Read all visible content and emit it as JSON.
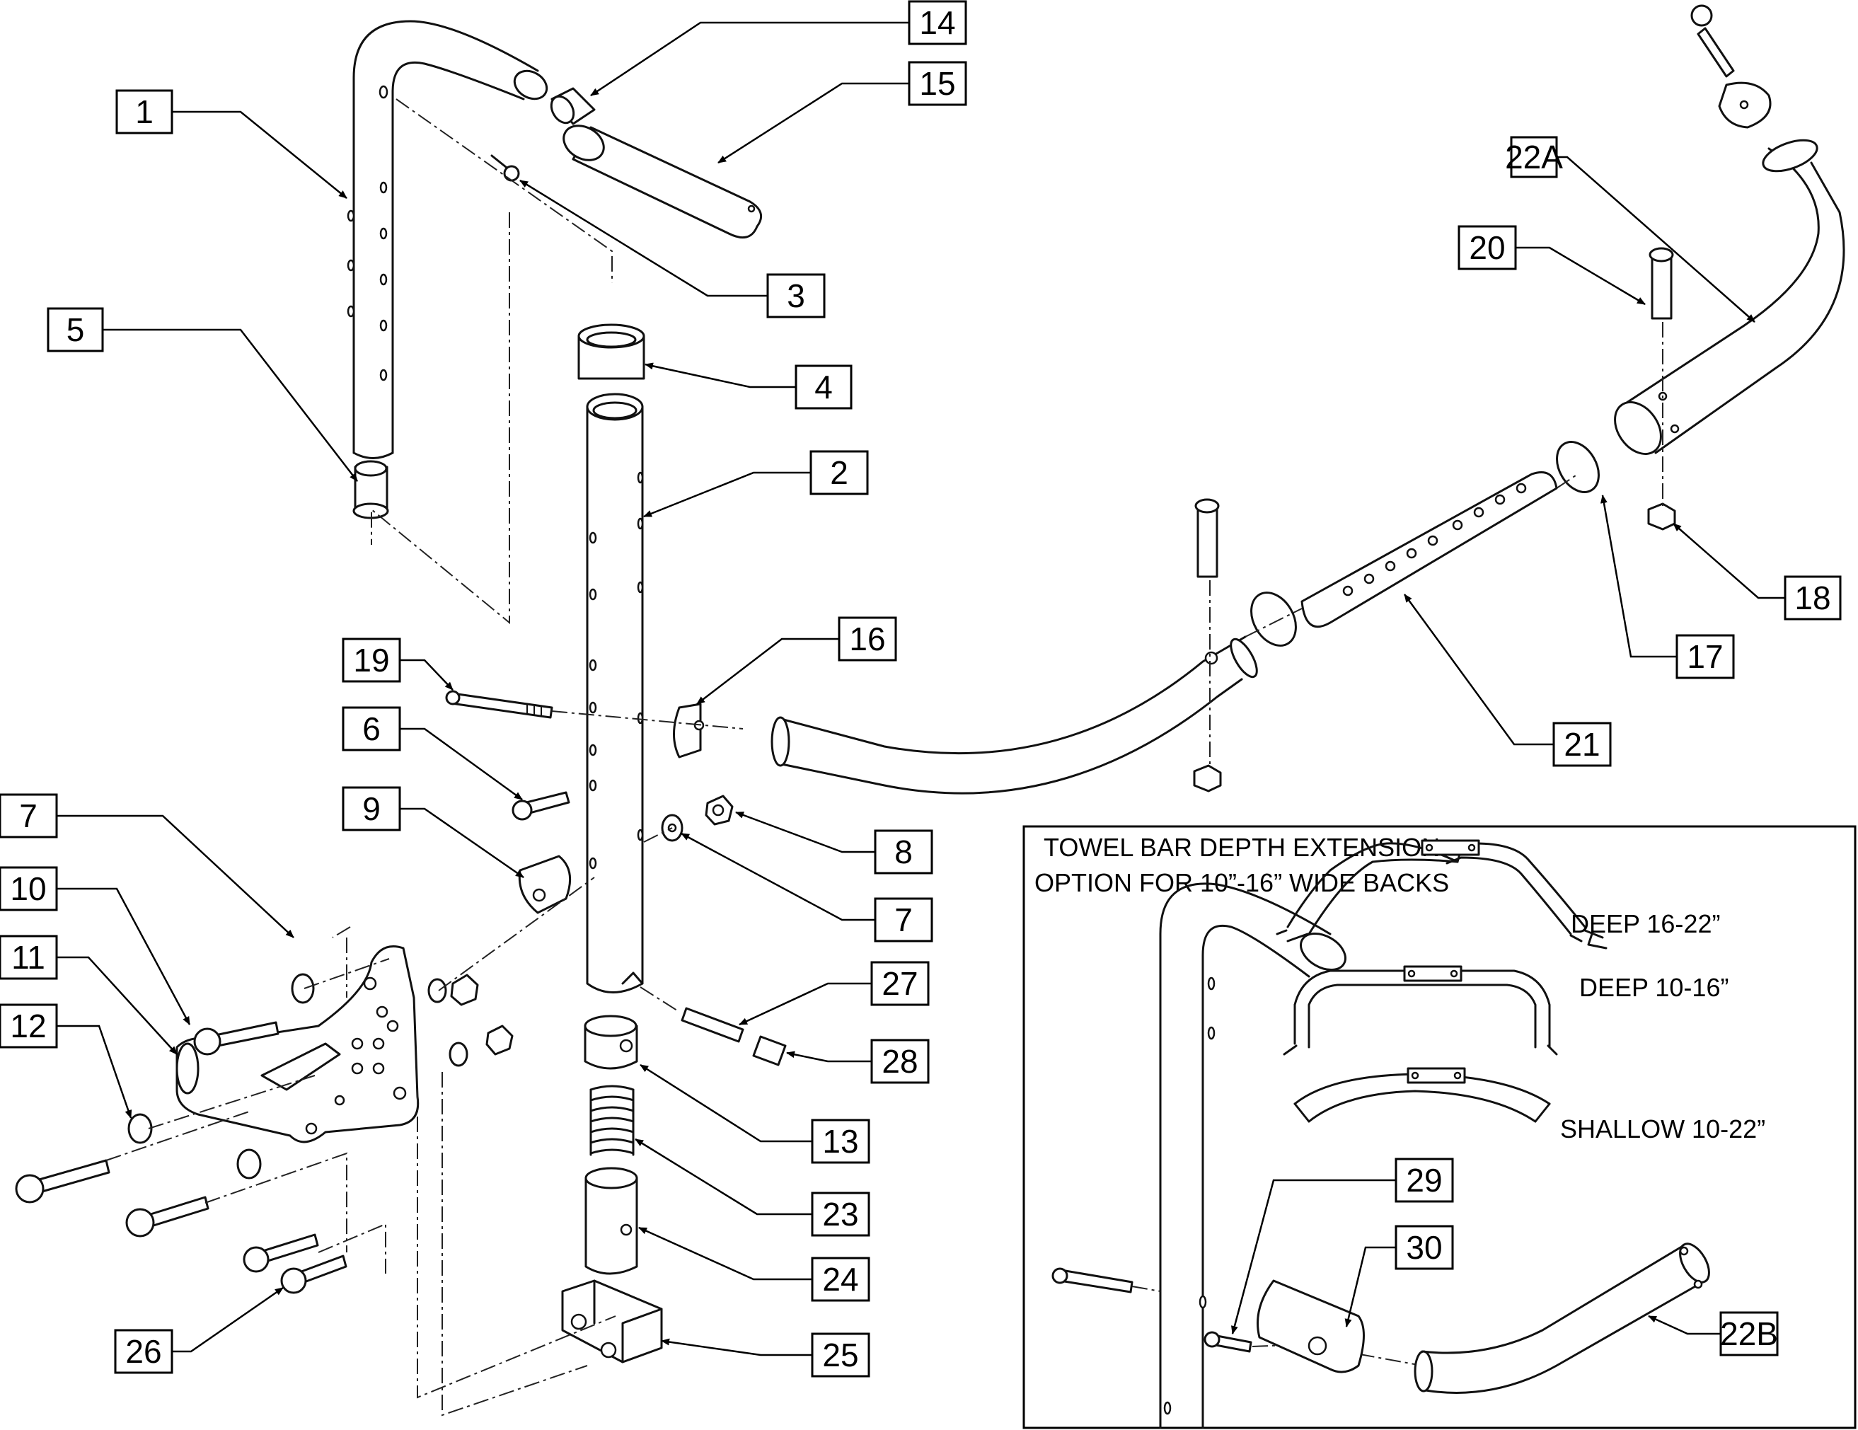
{
  "callouts": [
    {
      "label": "1"
    },
    {
      "label": "14"
    },
    {
      "label": "15"
    },
    {
      "label": "3"
    },
    {
      "label": "5"
    },
    {
      "label": "4"
    },
    {
      "label": "2"
    },
    {
      "label": "22A"
    },
    {
      "label": "20"
    },
    {
      "label": "18"
    },
    {
      "label": "17"
    },
    {
      "label": "16"
    },
    {
      "label": "21"
    },
    {
      "label": "19"
    },
    {
      "label": "6"
    },
    {
      "label": "7"
    },
    {
      "label": "9"
    },
    {
      "label": "8"
    },
    {
      "label": "7"
    },
    {
      "label": "10"
    },
    {
      "label": "11"
    },
    {
      "label": "12"
    },
    {
      "label": "27"
    },
    {
      "label": "28"
    },
    {
      "label": "13"
    },
    {
      "label": "23"
    },
    {
      "label": "24"
    },
    {
      "label": "26"
    },
    {
      "label": "25"
    },
    {
      "label": "29"
    },
    {
      "label": "30"
    },
    {
      "label": "22B"
    }
  ],
  "inset": {
    "title_line1": "TOWEL BAR DEPTH EXTENSION",
    "title_line2": "OPTION FOR 10”-16” WIDE BACKS",
    "variants": [
      {
        "label": "DEEP 16-22”"
      },
      {
        "label": "DEEP 10-16”"
      },
      {
        "label": "SHALLOW 10-22”"
      }
    ]
  }
}
